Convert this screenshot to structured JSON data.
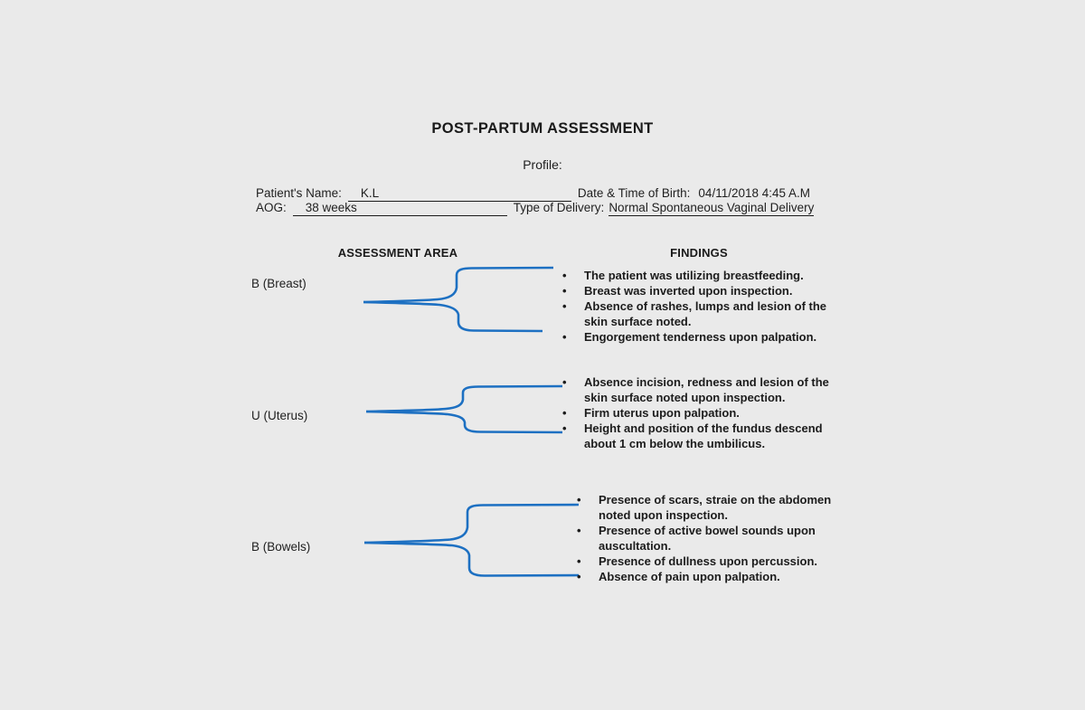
{
  "page": {
    "title": "POST-PARTUM ASSESSMENT",
    "profile_heading": "Profile:",
    "profile": {
      "patient_name_label": "Patient's Name:",
      "patient_name_value": "K.L",
      "dob_label": "Date & Time of Birth:",
      "dob_value": "04/11/2018 4:45 A.M",
      "aog_label": "AOG:",
      "aog_value": "38 weeks",
      "delivery_label": "Type of Delivery:",
      "delivery_value": "Normal Spontaneous Vaginal Delivery"
    },
    "columns": {
      "assessment_area": "ASSESSMENT AREA",
      "findings": "FINDINGS"
    },
    "sections": [
      {
        "area": "B (Breast)",
        "findings": [
          "The patient was utilizing breastfeeding.",
          "Breast was inverted upon inspection.",
          "Absence of rashes, lumps and lesion of the\nskin surface noted.",
          "Engorgement tenderness upon palpation."
        ]
      },
      {
        "area": "U (Uterus)",
        "findings": [
          "Absence incision, redness and lesion of the\nskin surface noted upon inspection.",
          "Firm uterus upon palpation.",
          "Height and position of the fundus descend\nabout 1 cm below the umbilicus."
        ]
      },
      {
        "area": "B (Bowels)",
        "findings": [
          "Presence of scars, straie on the abdomen\nnoted upon inspection.",
          "Presence of active bowel sounds upon\nauscultation.",
          "Presence of dullness upon percussion.",
          "Absence of pain upon palpation."
        ]
      }
    ],
    "colors": {
      "background": "#eaeaea",
      "text": "#1f1f1f",
      "brace_blue": "#1d70c2"
    }
  }
}
